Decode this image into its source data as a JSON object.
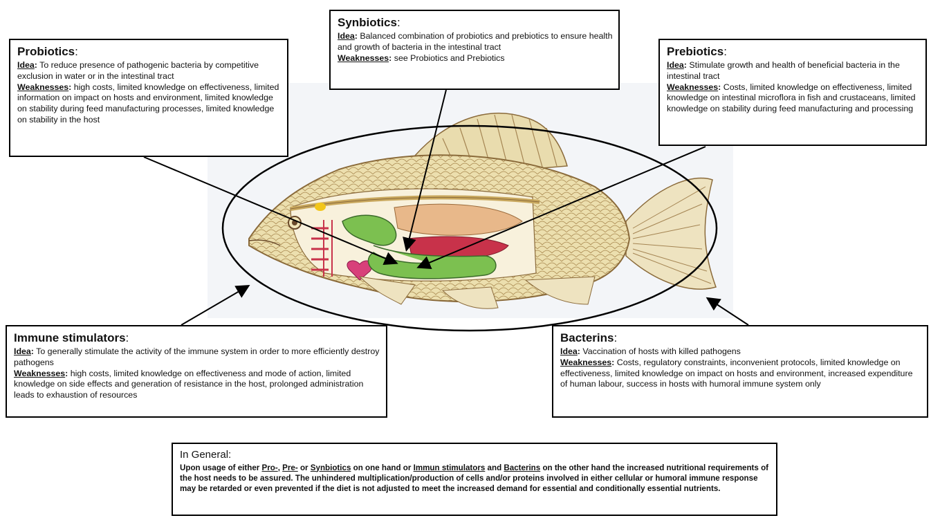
{
  "probiotics": {
    "title": "Probiotics",
    "idea_label": "Idea",
    "idea": "To reduce presence of pathogenic bacteria by competitive exclusion in water or in the intestinal tract",
    "weak_label": "Weaknesses",
    "weak": "high costs, limited knowledge on effectiveness, limited information on impact on hosts and environment, limited knowledge on stability during feed manufacturing processes, limited knowledge on stability in the host"
  },
  "synbiotics": {
    "title": "Synbiotics",
    "idea_label": "Idea",
    "idea": "Balanced combination of probiotics and prebiotics to ensure health and growth of bacteria in the intestinal tract",
    "weak_label": "Weaknesses",
    "weak": "see Probiotics and Prebiotics"
  },
  "prebiotics": {
    "title": "Prebiotics",
    "idea_label": "Idea",
    "idea": "Stimulate growth and health of beneficial bacteria in the intestinal tract",
    "weak_label": "Weaknesses",
    "weak": "Costs, limited knowledge on effectiveness, limited knowledge on intestinal microflora in fish and crustaceans, limited knowledge on stability during feed manufacturing and processing"
  },
  "immune": {
    "title": "Immune stimulators",
    "idea_label": "Idea",
    "idea": "To generally stimulate the activity of the immune system in order to more efficiently destroy pathogens",
    "weak_label": "Weaknesses",
    "weak": "high costs, limited knowledge on effectiveness and mode of action, limited knowledge on side effects and generation of resistance in the host, prolonged administration leads to exhaustion of resources"
  },
  "bacterins": {
    "title": "Bacterins",
    "idea_label": "Idea",
    "idea": "Vaccination of hosts with killed pathogens",
    "weak_label": "Weaknesses",
    "weak": "Costs, regulatory constraints, inconvenient protocols, limited knowledge on effectiveness, limited knowledge on impact on hosts and environment, increased expenditure of human labour, success in hosts with humoral immune system only"
  },
  "general": {
    "title": "In General",
    "t1": "Upon usage of either ",
    "pro": "Pro-",
    "t2": ", ",
    "pre": "Pre-",
    "t3": " or ",
    "syn": "Synbiotics",
    "t4": " on one hand or ",
    "imm": "Immun stimulators",
    "t5": " and ",
    "bac": "Bacterins",
    "t6": " on the other hand the increased nutritional requirements of the host needs to be assured. The unhindered multiplication/production of cells and/or proteins involved in either cellular or humoral immune response may be retarded or even prevented if the diet is not adjusted to meet the increased demand for essential and conditionally essential nutrients."
  },
  "colors": {
    "fish_scale": "#e8d9a8",
    "fish_outline": "#8a6a3a",
    "gut_green": "#7cc050",
    "gill_red": "#c8324a",
    "liver_pink": "#d86a8a",
    "organ_tan": "#e8b88a"
  }
}
